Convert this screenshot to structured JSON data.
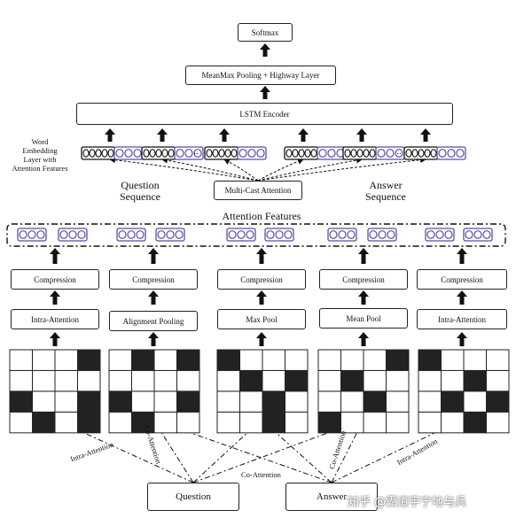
{
  "nodes": {
    "softmax": "Softmax",
    "pooling": "MeanMax Pooling + Highway Layer",
    "lstm": "LSTM Encoder",
    "multicast": "Multi-Cast Attention",
    "question": "Question",
    "answer": "Answer",
    "compression": [
      "Compression",
      "Compression",
      "Compression",
      "Compression",
      "Compression"
    ],
    "attention_ops": [
      "Intra-Attention",
      "Alignment Pooling",
      "Max Pool",
      "Mean Pool",
      "Intra-Attention"
    ]
  },
  "labels": {
    "word_embedding": [
      "Word",
      "Embedding",
      "Layer with",
      "Attention Features"
    ],
    "question_sequence": [
      "Question",
      "Sequence"
    ],
    "answer_sequence": [
      "Answer",
      "Sequence"
    ],
    "attention_features": "Attention Features",
    "ellipsis": "..",
    "embedding_digits": "00000"
  },
  "edge_labels": {
    "intra_left": "Intra-Attention",
    "co_left": "Co-Attention",
    "co_center": "Co-Attention",
    "co_right": "Co-Attention",
    "intra_right": "Intra-Attention"
  },
  "matrices": [
    [
      [
        0,
        0,
        0,
        1
      ],
      [
        0,
        0,
        0,
        0
      ],
      [
        1,
        0,
        0,
        1
      ],
      [
        0,
        1,
        0,
        1
      ]
    ],
    [
      [
        0,
        1,
        0,
        1
      ],
      [
        0,
        0,
        0,
        0
      ],
      [
        1,
        0,
        0,
        1
      ],
      [
        0,
        1,
        0,
        0
      ]
    ],
    [
      [
        1,
        0,
        0,
        0
      ],
      [
        0,
        1,
        0,
        1
      ],
      [
        0,
        0,
        1,
        0
      ],
      [
        0,
        0,
        1,
        0
      ]
    ],
    [
      [
        0,
        0,
        0,
        1
      ],
      [
        0,
        1,
        0,
        0
      ],
      [
        0,
        0,
        1,
        0
      ],
      [
        1,
        0,
        0,
        0
      ]
    ],
    [
      [
        1,
        0,
        0,
        0
      ],
      [
        0,
        0,
        1,
        0
      ],
      [
        0,
        1,
        0,
        1
      ],
      [
        0,
        0,
        1,
        0
      ]
    ]
  ],
  "watermark": "知乎 @霸道宇宁地与兵"
}
